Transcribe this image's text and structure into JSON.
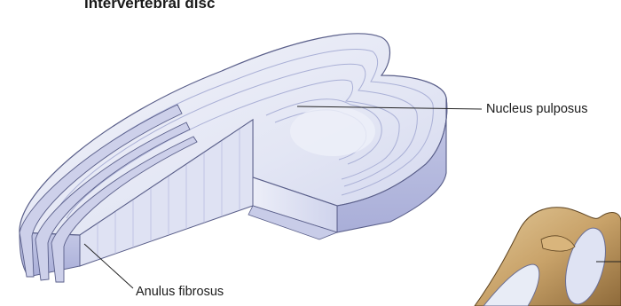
{
  "figure": {
    "title": "Intervertebral disc",
    "labels": {
      "nucleus": "Nucleus pulposus",
      "anulus": "Anulus fibrosus"
    }
  },
  "colors": {
    "disc_top": "#e6e9f6",
    "disc_side": "#b4b8de",
    "disc_cut": "#d4d7ee",
    "vertebra": "#c8a46a",
    "line": "#222222"
  }
}
